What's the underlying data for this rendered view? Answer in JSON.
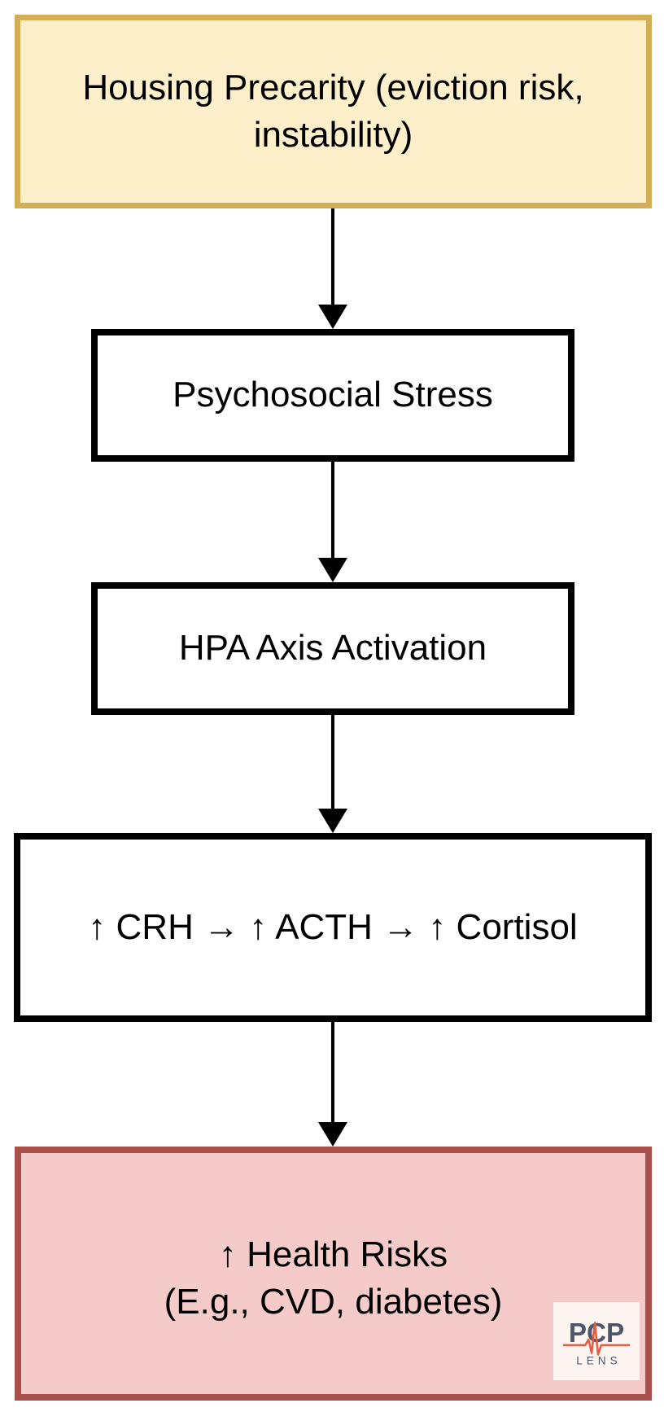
{
  "colors": {
    "canvas-bg": "#ffffff",
    "text-color": "#000000",
    "node-fill-default": "#ffffff",
    "node-border-default": "#000000",
    "arrow-color": "#000000",
    "housing-fill": "#fcefca",
    "housing-border": "#d3ae57",
    "risk-fill": "#f5cbc9",
    "risk-border": "#a94f4a",
    "logo-bg": "#fdf5f2",
    "logo-text": "#4e586a",
    "logo-ecg": "#e65c44"
  },
  "diagram": {
    "type": "flowchart",
    "direction": "top-down",
    "nodes": [
      {
        "id": "housing-precarity",
        "text": "Housing Precarity (eviction risk, instability)",
        "lines": [
          "Housing Precarity (eviction risk,",
          "instability)"
        ],
        "style": "yellow-highlight"
      },
      {
        "id": "psychosocial-stress",
        "text": "Psychosocial Stress",
        "lines": [
          "Psychosocial Stress"
        ],
        "style": "plain"
      },
      {
        "id": "hpa-axis-activation",
        "text": "HPA Axis Activation",
        "lines": [
          "HPA Axis Activation"
        ],
        "style": "plain"
      },
      {
        "id": "hormone-cascade",
        "text": "↑ CRH → ↑ ACTH → ↑ Cortisol",
        "lines": [
          "↑ CRH → ↑ ACTH → ↑ Cortisol"
        ],
        "style": "plain"
      },
      {
        "id": "health-risks",
        "text": "↑ Health Risks (E.g., CVD, diabetes)",
        "lines": [
          "↑ Health Risks",
          "(E.g., CVD, diabetes)"
        ],
        "style": "red-highlight"
      }
    ],
    "edges": [
      {
        "from": "housing-precarity",
        "to": "psychosocial-stress"
      },
      {
        "from": "psychosocial-stress",
        "to": "hpa-axis-activation"
      },
      {
        "from": "hpa-axis-activation",
        "to": "hormone-cascade"
      },
      {
        "from": "hormone-cascade",
        "to": "health-risks"
      }
    ]
  },
  "watermark": {
    "brand": "PCP",
    "sub": "LENS"
  }
}
